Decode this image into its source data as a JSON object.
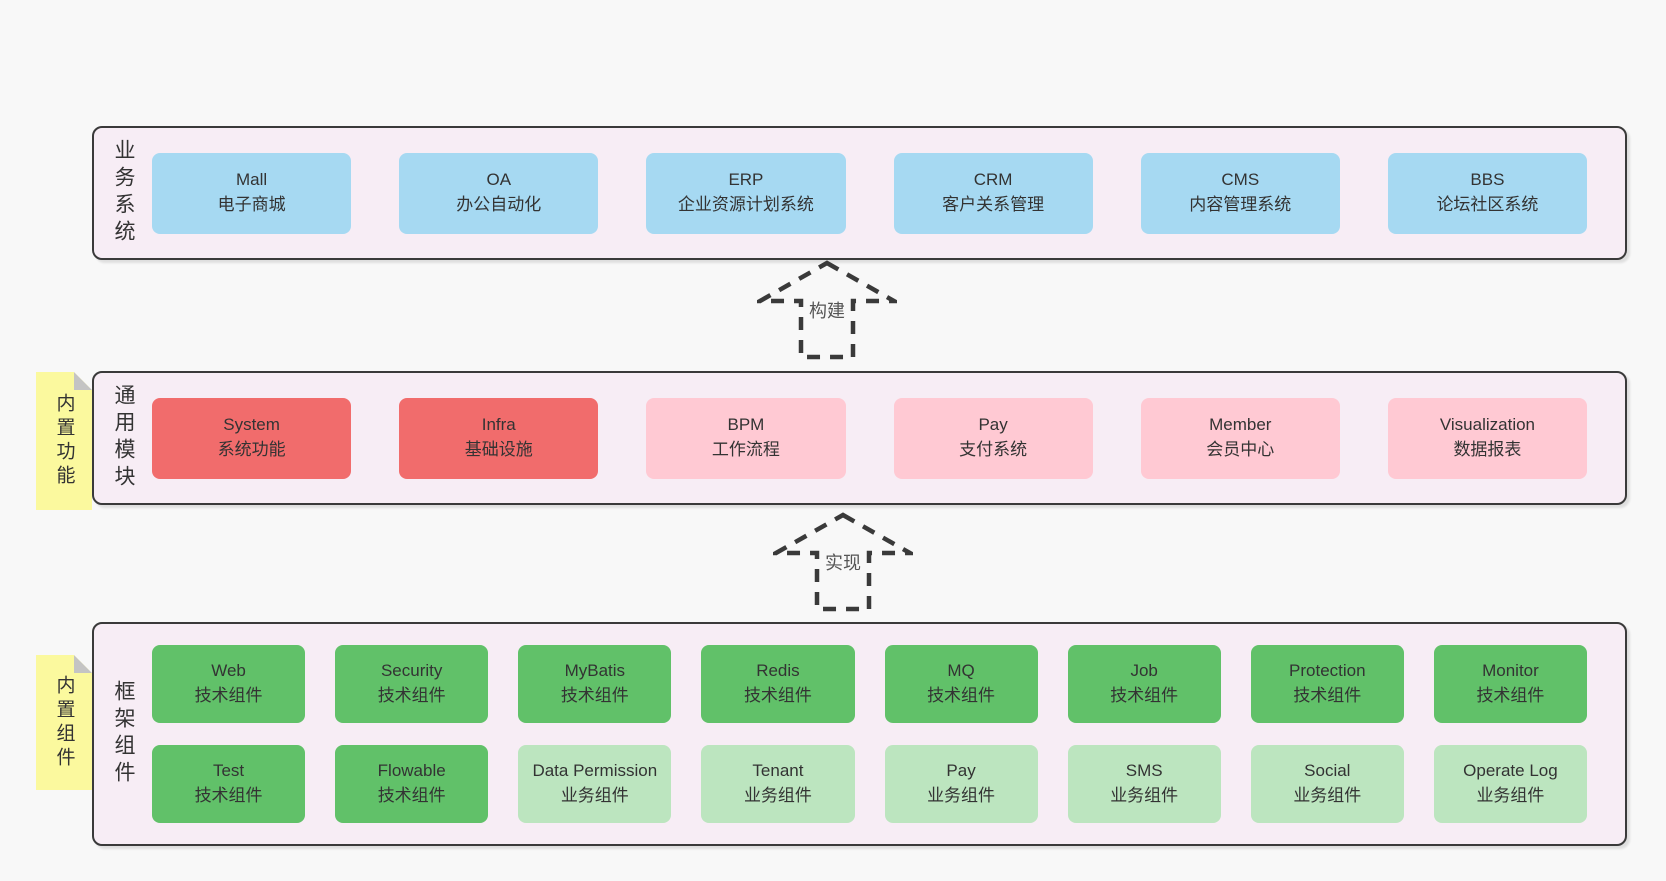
{
  "bands": {
    "business": {
      "label": "业务系统",
      "boxes": [
        {
          "name": "Mall",
          "desc": "电子商城"
        },
        {
          "name": "OA",
          "desc": "办公自动化"
        },
        {
          "name": "ERP",
          "desc": "企业资源计划系统"
        },
        {
          "name": "CRM",
          "desc": "客户关系管理"
        },
        {
          "name": "CMS",
          "desc": "内容管理系统"
        },
        {
          "name": "BBS",
          "desc": "论坛社区系统"
        }
      ]
    },
    "modules": {
      "label": "通用模块",
      "sticky": "内置功能",
      "boxes": [
        {
          "name": "System",
          "desc": "系统功能"
        },
        {
          "name": "Infra",
          "desc": "基础设施"
        },
        {
          "name": "BPM",
          "desc": "工作流程"
        },
        {
          "name": "Pay",
          "desc": "支付系统"
        },
        {
          "name": "Member",
          "desc": "会员中心"
        },
        {
          "name": "Visualization",
          "desc": "数据报表"
        }
      ]
    },
    "framework": {
      "label": "框架组件",
      "sticky": "内置组件",
      "row1": [
        {
          "name": "Web",
          "desc": "技术组件"
        },
        {
          "name": "Security",
          "desc": "技术组件"
        },
        {
          "name": "MyBatis",
          "desc": "技术组件"
        },
        {
          "name": "Redis",
          "desc": "技术组件"
        },
        {
          "name": "MQ",
          "desc": "技术组件"
        },
        {
          "name": "Job",
          "desc": "技术组件"
        },
        {
          "name": "Protection",
          "desc": "技术组件"
        },
        {
          "name": "Monitor",
          "desc": "技术组件"
        }
      ],
      "row2": [
        {
          "name": "Test",
          "desc": "技术组件"
        },
        {
          "name": "Flowable",
          "desc": "技术组件"
        },
        {
          "name": "Data Permission",
          "desc": "业务组件"
        },
        {
          "name": "Tenant",
          "desc": "业务组件"
        },
        {
          "name": "Pay",
          "desc": "业务组件"
        },
        {
          "name": "SMS",
          "desc": "业务组件"
        },
        {
          "name": "Social",
          "desc": "业务组件"
        },
        {
          "name": "Operate Log",
          "desc": "业务组件"
        }
      ]
    }
  },
  "arrows": {
    "build": "构建",
    "implement": "实现"
  },
  "colors": {
    "page_bg": "#f8f8f8",
    "band_bg": "#f7edf5",
    "border": "#3a3a3a",
    "blue": "#a6d9f2",
    "red": "#f16c6c",
    "pink": "#ffc9d3",
    "green_dark": "#61c169",
    "green_light": "#bce5bf",
    "sticky_yellow": "#fbf99e"
  }
}
